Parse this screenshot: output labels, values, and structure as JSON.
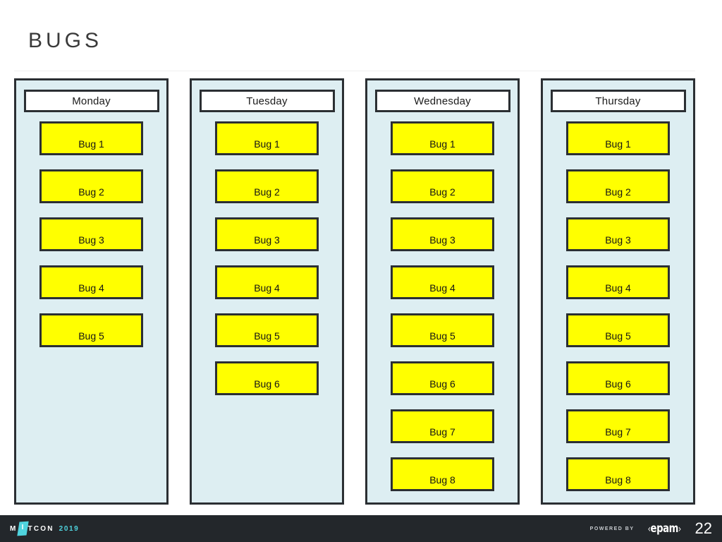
{
  "slide": {
    "title": "BUGS",
    "background_color": "#ffffff"
  },
  "colors": {
    "column_background": "#ddeef2",
    "column_border": "#2b2f33",
    "card_background": "#ffff00",
    "card_border": "#2b2f33",
    "header_background": "#ffffff",
    "footer_background": "#23272b",
    "accent_cyan": "#4fd3de"
  },
  "board": {
    "columns": [
      {
        "header": "Monday",
        "cards": [
          {
            "label": "Bug 1"
          },
          {
            "label": "Bug 2"
          },
          {
            "label": "Bug 3"
          },
          {
            "label": "Bug 4"
          },
          {
            "label": "Bug 5"
          }
        ]
      },
      {
        "header": "Tuesday",
        "cards": [
          {
            "label": "Bug 1"
          },
          {
            "label": "Bug 2"
          },
          {
            "label": "Bug 3"
          },
          {
            "label": "Bug 4"
          },
          {
            "label": "Bug 5"
          },
          {
            "label": "Bug 6"
          }
        ]
      },
      {
        "header": "Wednesday",
        "cards": [
          {
            "label": "Bug 1"
          },
          {
            "label": "Bug 2"
          },
          {
            "label": "Bug 3"
          },
          {
            "label": "Bug 4"
          },
          {
            "label": "Bug 5"
          },
          {
            "label": "Bug 6"
          },
          {
            "label": "Bug 7"
          },
          {
            "label": "Bug 8"
          }
        ]
      },
      {
        "header": "Thursday",
        "cards": [
          {
            "label": "Bug 1"
          },
          {
            "label": "Bug 2"
          },
          {
            "label": "Bug 3"
          },
          {
            "label": "Bug 4"
          },
          {
            "label": "Bug 5"
          },
          {
            "label": "Bug 6"
          },
          {
            "label": "Bug 7"
          },
          {
            "label": "Bug 8"
          }
        ]
      }
    ]
  },
  "footer": {
    "brand_prefix": "M",
    "brand_mark_letter": "I",
    "brand_suffix": "TCON",
    "brand_year": "2019",
    "powered_by": "POWERED BY",
    "epam_open_bracket": "‹",
    "epam_name": "epam",
    "epam_close_bracket": "›",
    "page_number": "22"
  }
}
